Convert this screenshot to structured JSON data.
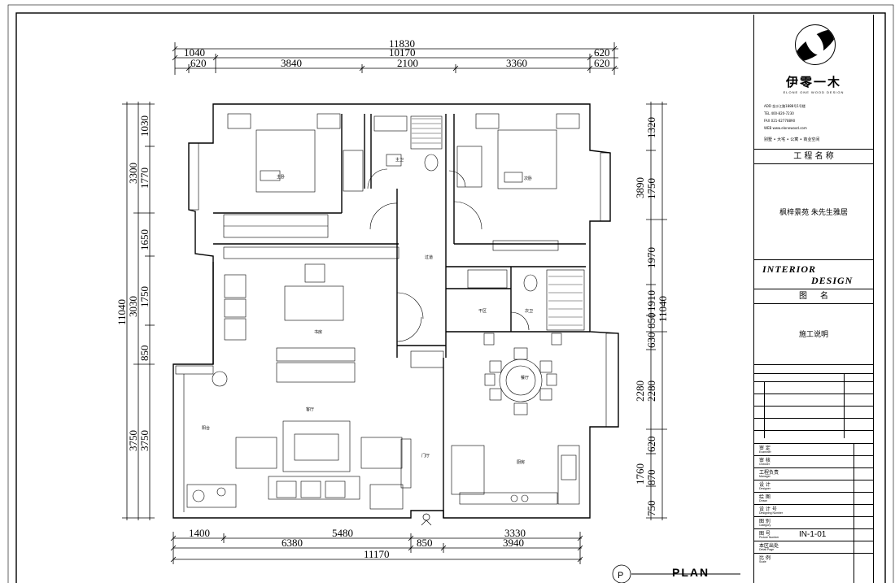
{
  "dims_top": {
    "overall": "11830",
    "row2_left": "1040",
    "row2_mid": "10170",
    "row2_right": "620",
    "row3": [
      "620",
      "3840",
      "2100",
      "3360",
      "620"
    ]
  },
  "dims_bottom": {
    "row1": [
      "1400",
      "5480",
      "3330"
    ],
    "row2": [
      "6380",
      "850",
      "3940"
    ],
    "overall": "11170"
  },
  "dims_left": {
    "inner": [
      "1030",
      "1770",
      "1650",
      "1750",
      "850",
      "3750"
    ],
    "mid": [
      "3300",
      "3030"
    ],
    "outer": "11040",
    "mid2": "3750"
  },
  "dims_right": {
    "inner": [
      "1320",
      "1750",
      "1970",
      "1910",
      "850",
      "630",
      "2280",
      "620",
      "870",
      "750"
    ],
    "outer": [
      "3890",
      "11040",
      "2280",
      "1760"
    ]
  },
  "rooms": {
    "master_bed": "主卧",
    "second_bed": "次卧",
    "bath1": "主卫",
    "bath2": "次卫",
    "study": "书房",
    "living": "客厅",
    "dining": "餐厅",
    "kitchen": "厨房",
    "balcony": "阳台",
    "hall": "过道",
    "foyer": "门厅",
    "dry": "干区"
  },
  "plan_label": "PLAN",
  "plan_circle": "P",
  "title_block": {
    "brand_cn": "伊零一木",
    "brand_en": "ELONE ONE WOOD DESIGN",
    "contacts": [
      "ADD  金沙江路1888号1号楼",
      "TEL  400-820-7230",
      "FAX  021-62778890",
      "WEB  www.elonewood.com"
    ],
    "tagline": "别墅 • 大宅 • 公寓 • 商业空间",
    "project_header": "工 程 名 称",
    "project_name": "枫梓景苑  朱先生雅居",
    "interior": "INTERIOR",
    "design": "DESIGN",
    "drawing_header": "图     名",
    "drawing_name": "施工说明",
    "sign_rows": [
      {
        "cn": "审    定",
        "en": "Examiner"
      },
      {
        "cn": "审    核",
        "en": "Checker"
      },
      {
        "cn": "工程负责",
        "en": "Manager"
      },
      {
        "cn": "设    计",
        "en": "Designer"
      },
      {
        "cn": "绘    图",
        "en": "Drawn"
      },
      {
        "cn": "设 计 号",
        "en": "Designing Number"
      },
      {
        "cn": "图    别",
        "en": "Category"
      },
      {
        "cn": "图    号",
        "en": "Picture Number"
      },
      {
        "cn": "本区出处",
        "en": "Detail Page"
      },
      {
        "cn": "比    例",
        "en": "Scale"
      }
    ],
    "picture_number": "IN-1-01"
  }
}
